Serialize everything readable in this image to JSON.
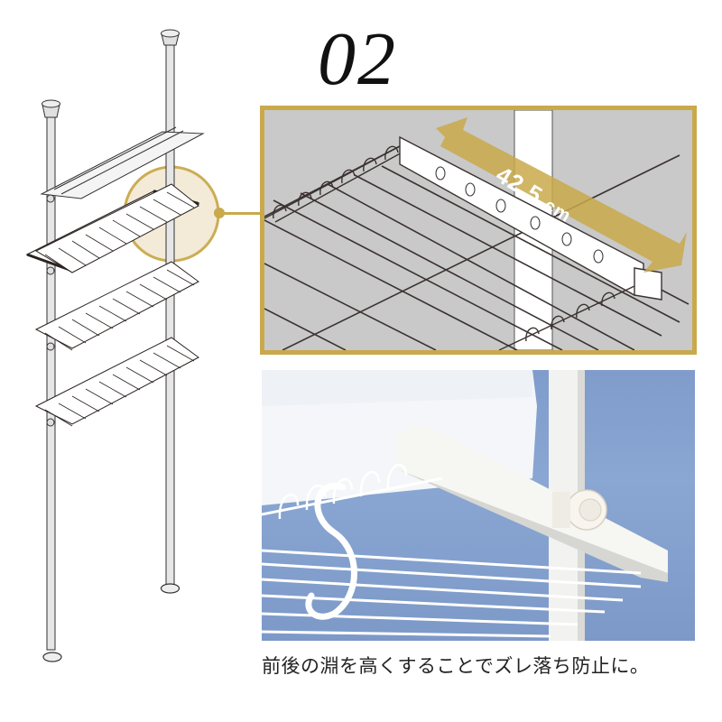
{
  "header": {
    "section_number": "02"
  },
  "illustration": {
    "subject": "tension-pole-rack-with-four-shelves",
    "shelf_count": 4,
    "highlight_color": "#c9a94b",
    "highlight_fill": "#f3ead6"
  },
  "detail_panel": {
    "dimension_value": "42.5",
    "dimension_unit": "cm",
    "frame_color": "#c9a94b",
    "background_color": "#c9c9c9"
  },
  "photo_panel": {
    "subject": "white-wire-shelf-with-s-hook-and-pole-clamp",
    "background_color": "#829fce"
  },
  "caption": {
    "text": "前後の淵を高くすることでズレ落ち防止に。"
  }
}
